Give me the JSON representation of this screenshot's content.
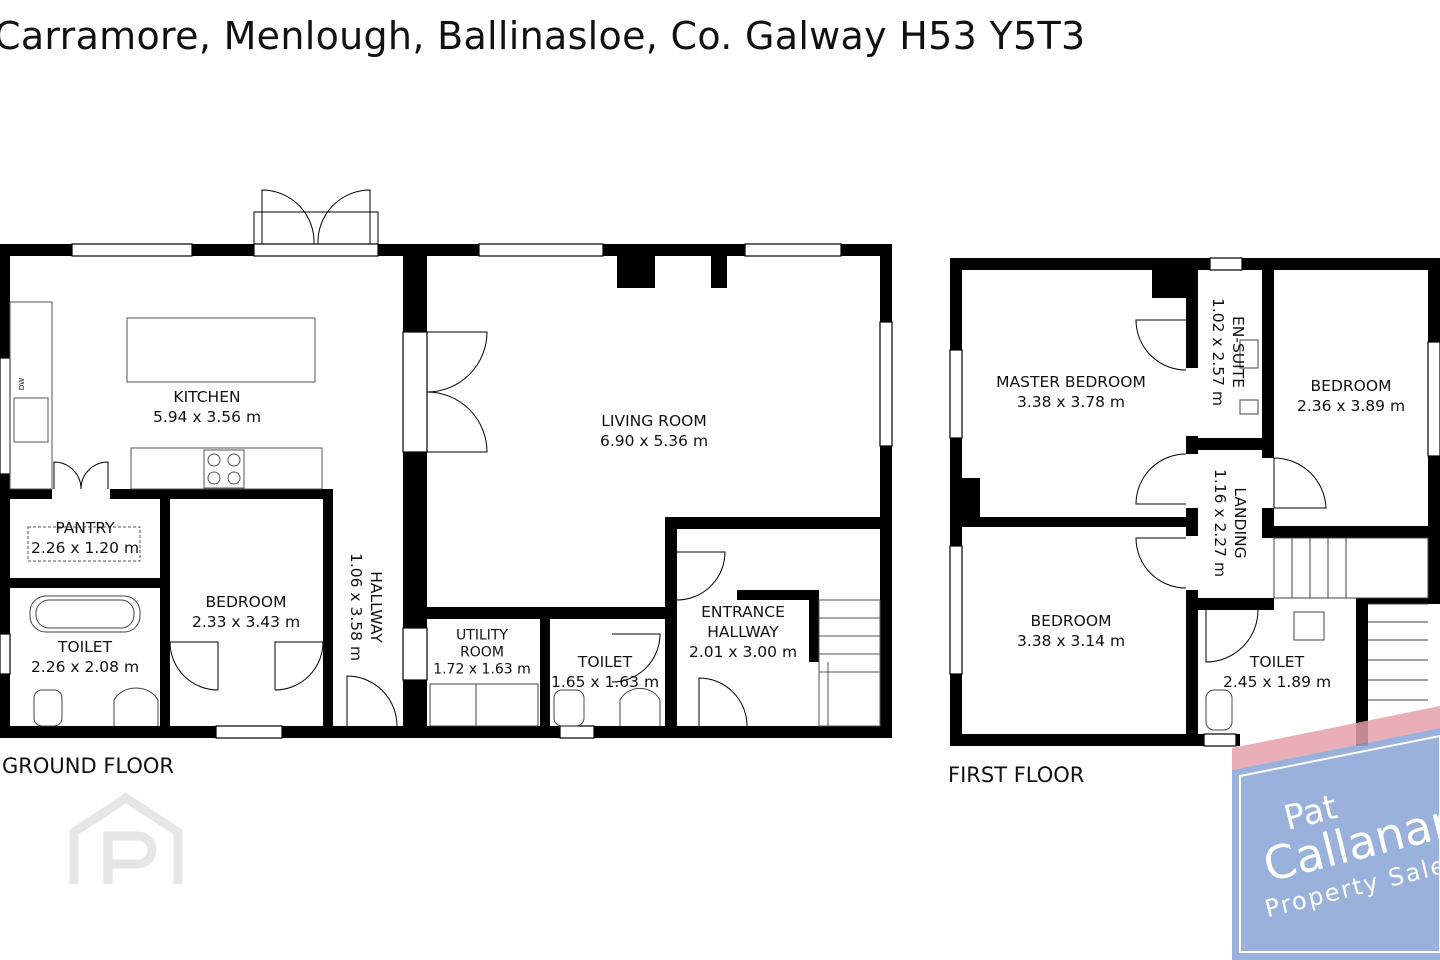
{
  "title": "Carramore, Menlough, Ballinasloe, Co. Galway H53 Y5T3",
  "floors": {
    "ground": "GROUND FLOOR",
    "first": "FIRST FLOOR"
  },
  "rooms": {
    "kitchen": {
      "name": "KITCHEN",
      "size": "5.94 x 3.56 m"
    },
    "pantry": {
      "name": "PANTRY",
      "size": "2.26 x 1.20 m"
    },
    "toilet_g1": {
      "name": "TOILET",
      "size": "2.26 x 2.08 m"
    },
    "bedroom_g": {
      "name": "BEDROOM",
      "size": "2.33 x 3.43 m"
    },
    "hallway": {
      "name": "HALLWAY",
      "size": "1.06 x 3.58 m"
    },
    "living": {
      "name": "LIVING ROOM",
      "size": "6.90 x 5.36 m"
    },
    "utility": {
      "name1": "UTILITY",
      "name2": "ROOM",
      "size": "1.72 x 1.63 m"
    },
    "toilet_g2": {
      "name": "TOILET",
      "size": "1.65 x 1.63 m"
    },
    "entrance": {
      "name1": "ENTRANCE",
      "name2": "HALLWAY",
      "size": "2.01 x 3.00 m"
    },
    "master": {
      "name": "MASTER BEDROOM",
      "size": "3.38 x 3.78 m"
    },
    "ensuite": {
      "name": "EN-SUITE",
      "size": "1.02 x 2.57 m"
    },
    "bedroom_f1": {
      "name": "BEDROOM",
      "size": "2.36 x 3.89 m"
    },
    "landing": {
      "name": "LANDING",
      "size": "1.16 x 2.27 m"
    },
    "bedroom_f2": {
      "name": "BEDROOM",
      "size": "3.38 x 3.14 m"
    },
    "toilet_f": {
      "name": "TOILET",
      "size": "2.45 x 1.89 m"
    }
  },
  "appliance_label": "DW",
  "watermark": {
    "line1": "Pat",
    "line2": "Callanan",
    "line3": "Property Sales",
    "color_band": "#e5a0aa",
    "color_box": "#8faad7"
  },
  "colors": {
    "wall": "#000000",
    "fixture": "#555555",
    "logo": "#e6e6e6"
  }
}
